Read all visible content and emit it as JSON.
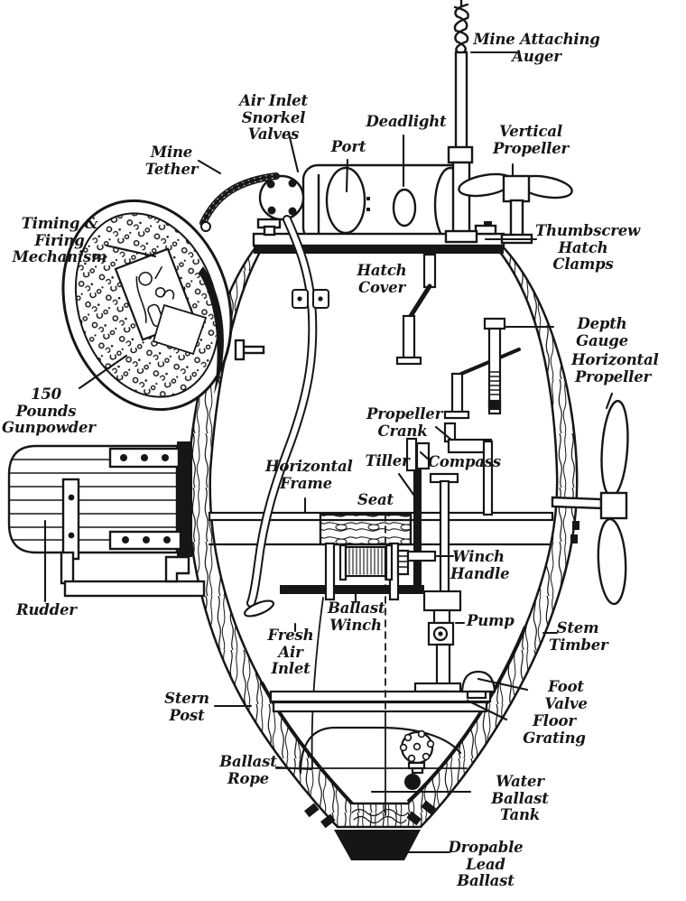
{
  "figure": {
    "ink_color": "#161616",
    "paper_color": "#ffffff",
    "style": "black-and-white engraved cutaway diagram of a one-man wooden submarine"
  },
  "labels": {
    "mine_attaching_auger": "Mine Attaching\nAuger",
    "air_inlet_snorkel_valves": "Air Inlet\nSnorkel Valves",
    "port": "Port",
    "deadlight": "Deadlight",
    "vertical_propeller": "Vertical\nPropeller",
    "mine_tether": "Mine\nTether",
    "thumbscrew_hatch_clamps": "Thumbscrew\nHatch\nClamps",
    "timing_firing_mechanism": "Timing & Firing\nMechanism",
    "hatch_cover": "Hatch Cover",
    "depth_gauge": "Depth Gauge",
    "horizontal_propeller": "Horizontal\nPropeller",
    "gunpowder_150": "150 Pounds\nGunpowder",
    "propeller_crank": "Propeller\nCrank",
    "tiller": "Tiller",
    "compass": "Compass",
    "horizontal_frame": "Horizontal\nFrame",
    "seat": "Seat",
    "winch_handle": "Winch\nHandle",
    "rudder": "Rudder",
    "ballast_winch": "Ballast\nWinch",
    "fresh_air_inlet": "Fresh Air\nInlet",
    "pump": "Pump",
    "stem_timber": "Stem\nTimber",
    "stern_post": "Stern\nPost",
    "foot_valve": "Foot Valve",
    "floor_grating": "Floor Grating",
    "ballast_rope": "Ballast\nRope",
    "water_ballast_tank": "Water Ballast\nTank",
    "dropable_lead_ballast": "Dropable\nLead Ballast"
  }
}
